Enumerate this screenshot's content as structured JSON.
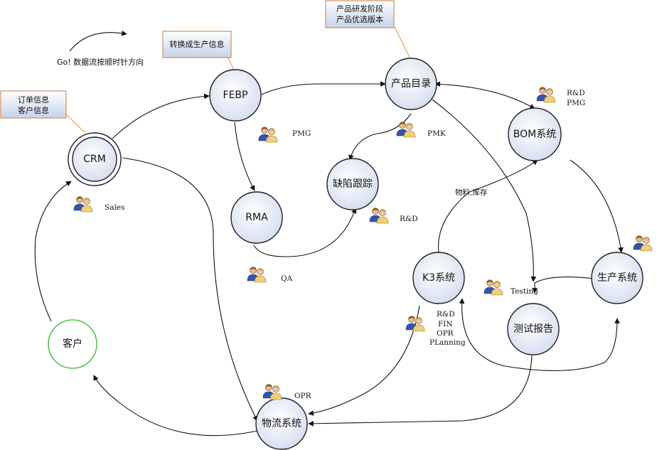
{
  "hint": "Go! 数据流按顺时针方向",
  "callouts": {
    "order": [
      "订单信息",
      "客户信息"
    ],
    "febp": [
      "转换成生产信息"
    ],
    "catalog": [
      "产品研发阶段",
      "产品优选版本"
    ]
  },
  "nodes": {
    "crm": "CRM",
    "febp": "FEBP",
    "catalog": "产品目录",
    "bom": "BOM系统",
    "defect": "缺陷跟踪",
    "rma": "RMA",
    "k3": "K3系统",
    "production": "生产系统",
    "test_report": "测试报告",
    "customer": "客户",
    "logistics": "物流系统"
  },
  "roles": {
    "sales": "Sales",
    "pmg": "PMG",
    "pmk": "PMK",
    "rnd_pmg": [
      "R&D",
      "PMG"
    ],
    "rnd": "R&D",
    "qa": "QA",
    "testing": "Testing",
    "k3_roles": [
      "R&D",
      "FIN",
      "OPR",
      "PLanning"
    ],
    "opr": "OPR"
  },
  "edge_labels": {
    "material_stock": "物料,库存"
  },
  "colors": {
    "node_fill_top": "#ffffff",
    "node_fill_bottom": "#d6dff0",
    "customer_stroke": "#52c452",
    "callout_border": "#d27a3c"
  }
}
